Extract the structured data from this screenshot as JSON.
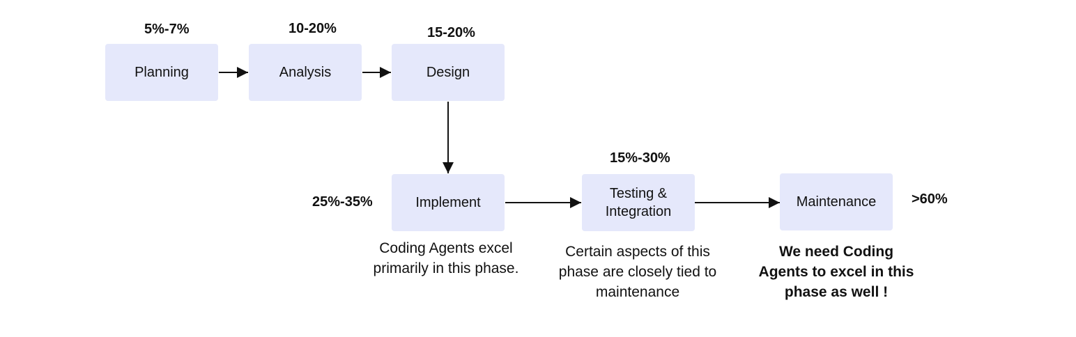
{
  "phases": [
    {
      "id": "planning",
      "label": "Planning",
      "share": "5%-7%"
    },
    {
      "id": "analysis",
      "label": "Analysis",
      "share": "10-20%"
    },
    {
      "id": "design",
      "label": "Design",
      "share": "15-20%"
    },
    {
      "id": "implement",
      "label": "Implement",
      "share": "25%-35%"
    },
    {
      "id": "testing",
      "label_line1": "Testing &",
      "label_line2": "Integration",
      "share": "15%-30%"
    },
    {
      "id": "maintenance",
      "label": "Maintenance",
      "share": ">60%"
    }
  ],
  "notes": {
    "implement": [
      "Coding Agents excel",
      "primarily in this phase."
    ],
    "testing": [
      "Certain aspects of this",
      "phase are closely tied to",
      "maintenance"
    ],
    "maintenance": [
      "We need Coding",
      "Agents to excel in this",
      "phase as well !"
    ]
  }
}
